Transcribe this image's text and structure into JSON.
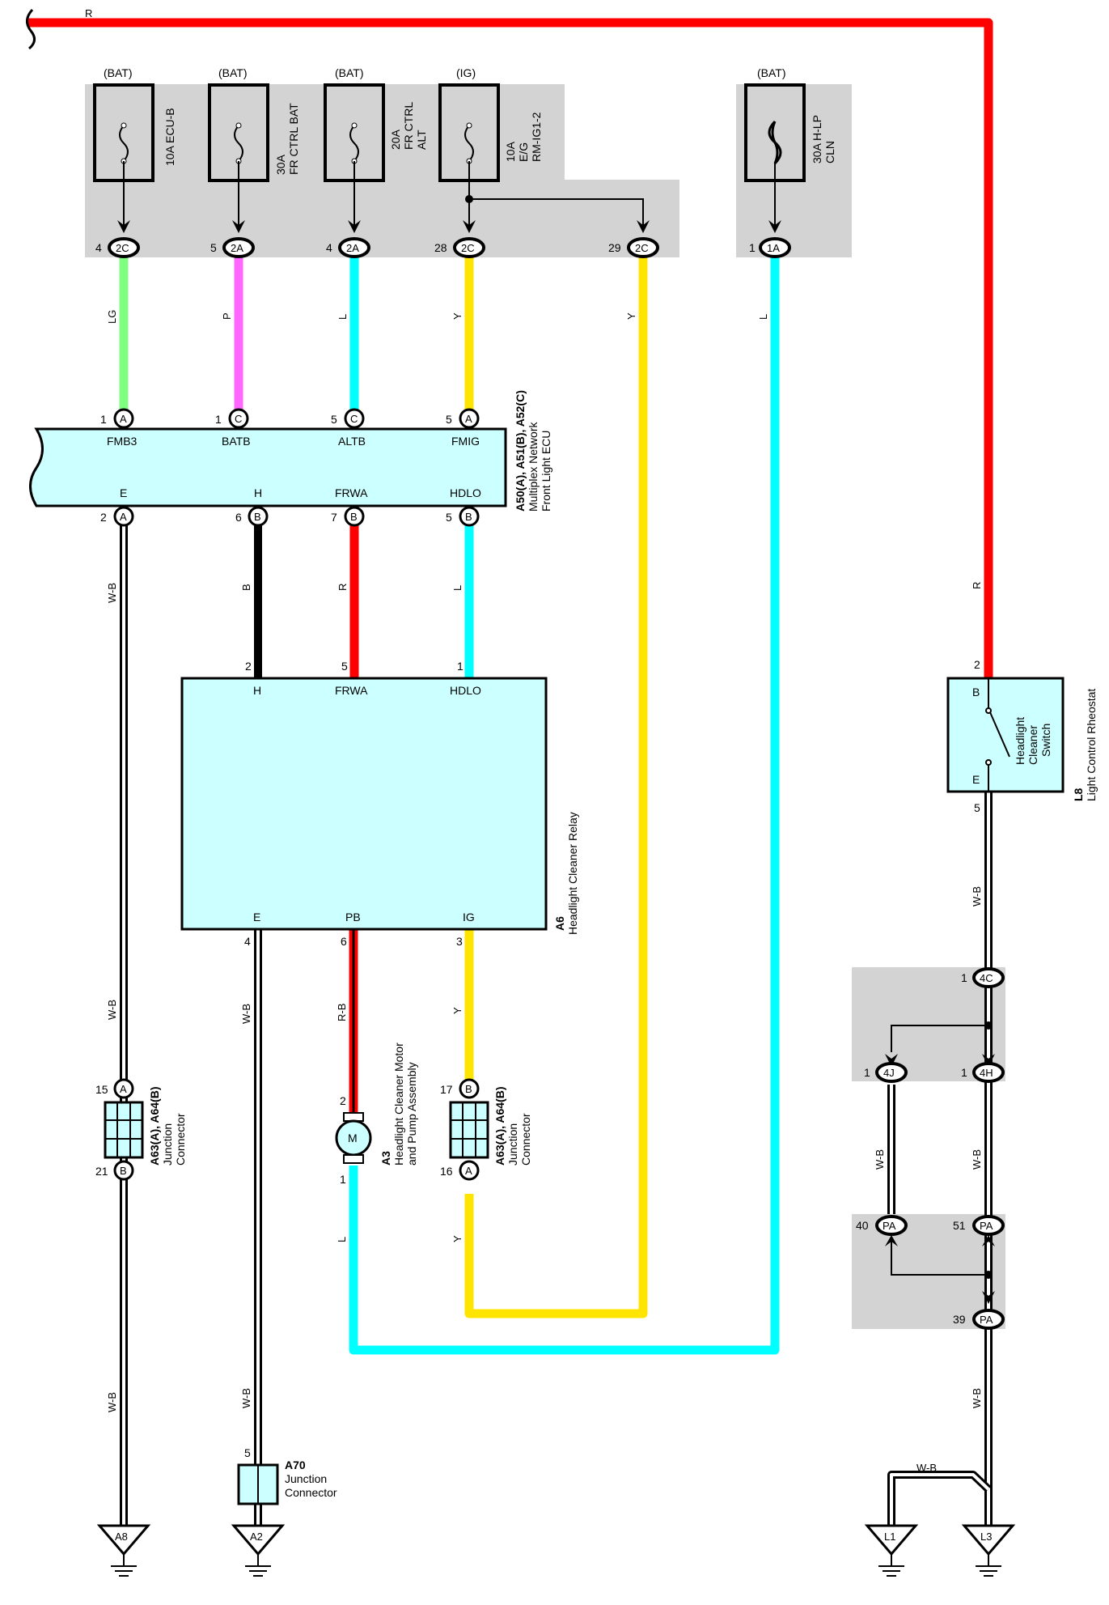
{
  "colors": {
    "R": "#ff0000",
    "LG": "#7fff7f",
    "P": "#ff66ff",
    "L": "#00ffff",
    "Y": "#ffe400",
    "B": "#000000",
    "WB": "#ffffff",
    "box_fill": "#ccffff",
    "shade": "#d3d3d3"
  },
  "top_wire": {
    "code": "R"
  },
  "fuses": [
    {
      "supply": "(BAT)",
      "rating": "10A",
      "name": "ECU-B",
      "name2": ""
    },
    {
      "supply": "(BAT)",
      "rating": "30A",
      "name": "FR CTRL BAT",
      "name2": ""
    },
    {
      "supply": "(BAT)",
      "rating": "20A",
      "name": "FR CTRL",
      "name2": "ALT"
    },
    {
      "supply": "(IG)",
      "rating": "10A",
      "name": "E/G",
      "name2": "RM-IG1-2"
    },
    {
      "supply": "(BAT)",
      "rating": "30A",
      "name": "H-LP",
      "name2": "CLN"
    }
  ],
  "fuse_connectors": [
    {
      "pin": "4",
      "id": "2C"
    },
    {
      "pin": "5",
      "id": "2A"
    },
    {
      "pin": "4",
      "id": "2A"
    },
    {
      "pin": "28",
      "id": "2C"
    },
    {
      "pin": "29",
      "id": "2C"
    },
    {
      "pin": "1",
      "id": "1A"
    }
  ],
  "upper_wire_codes": [
    "LG",
    "P",
    "L",
    "Y",
    "Y",
    "L"
  ],
  "ecu": {
    "code": "A50(A), A51(B), A52(C)",
    "name1": "Multiplex Network",
    "name2": "Front Light ECU",
    "top_terms": [
      {
        "pin": "1",
        "id": "A",
        "name": "FMB3"
      },
      {
        "pin": "1",
        "id": "C",
        "name": "BATB"
      },
      {
        "pin": "5",
        "id": "C",
        "name": "ALTB"
      },
      {
        "pin": "5",
        "id": "A",
        "name": "FMIG"
      }
    ],
    "bottom_terms": [
      {
        "pin": "2",
        "id": "A",
        "name": "E"
      },
      {
        "pin": "6",
        "id": "B",
        "name": "H"
      },
      {
        "pin": "7",
        "id": "B",
        "name": "FRWA"
      },
      {
        "pin": "5",
        "id": "B",
        "name": "HDLO"
      }
    ]
  },
  "mid_wire_codes": [
    "W-B",
    "B",
    "R",
    "L"
  ],
  "relay": {
    "code": "A6",
    "name": "Headlight Cleaner Relay",
    "top_terms": [
      {
        "pin": "2",
        "name": "H"
      },
      {
        "pin": "5",
        "name": "FRWA"
      },
      {
        "pin": "1",
        "name": "HDLO"
      }
    ],
    "bottom_terms": [
      {
        "pin": "4",
        "name": "E"
      },
      {
        "pin": "6",
        "name": "PB"
      },
      {
        "pin": "3",
        "name": "IG"
      }
    ]
  },
  "lower_wire_codes": {
    "left1": "W-B",
    "left2": "W-B",
    "e1": "W-B",
    "e2": "W-B",
    "pb": "R-B",
    "l_bottom": "L",
    "ig1": "Y",
    "ig2": "Y"
  },
  "jc_left": {
    "code": "A63(A), A64(B)",
    "name1": "Junction",
    "name2": "Connector",
    "top": {
      "pin": "15",
      "id": "A"
    },
    "bottom": {
      "pin": "21",
      "id": "B"
    }
  },
  "jc_right": {
    "code": "A63(A), A64(B)",
    "name1": "Junction",
    "name2": "Connector",
    "top": {
      "pin": "17",
      "id": "B"
    },
    "bottom": {
      "pin": "16",
      "id": "A"
    }
  },
  "motor": {
    "code": "A3",
    "name1": "Headlight Cleaner Motor",
    "name2": "and Pump Assembly",
    "symbol": "M",
    "pin_top": "2",
    "pin_bottom": "1"
  },
  "a70": {
    "code": "A70",
    "name1": "Junction",
    "name2": "Connector",
    "pin": "5"
  },
  "grounds": [
    "A8",
    "A2",
    "L1",
    "L3"
  ],
  "switch": {
    "code": "L8",
    "name": "Light Control Rheostat",
    "label1": "Headlight",
    "label2": "Cleaner",
    "label3": "Switch",
    "term_top": "B",
    "term_bottom": "E",
    "pin_top": "2",
    "pin_bottom": "5",
    "wire_in": "R"
  },
  "right_chain": {
    "wire1": "W-B",
    "c4C": {
      "pin": "1",
      "id": "4C"
    },
    "c4J": {
      "pin": "1",
      "id": "4J"
    },
    "c4H": {
      "pin": "1",
      "id": "4H"
    },
    "wire_4j": "W-B",
    "wire_4h": "W-B",
    "pa40": {
      "pin": "40",
      "id": "PA"
    },
    "pa51": {
      "pin": "51",
      "id": "PA"
    },
    "pa39": {
      "pin": "39",
      "id": "PA"
    },
    "wire_bottom": "W-B",
    "wire_l1": "W-B"
  }
}
